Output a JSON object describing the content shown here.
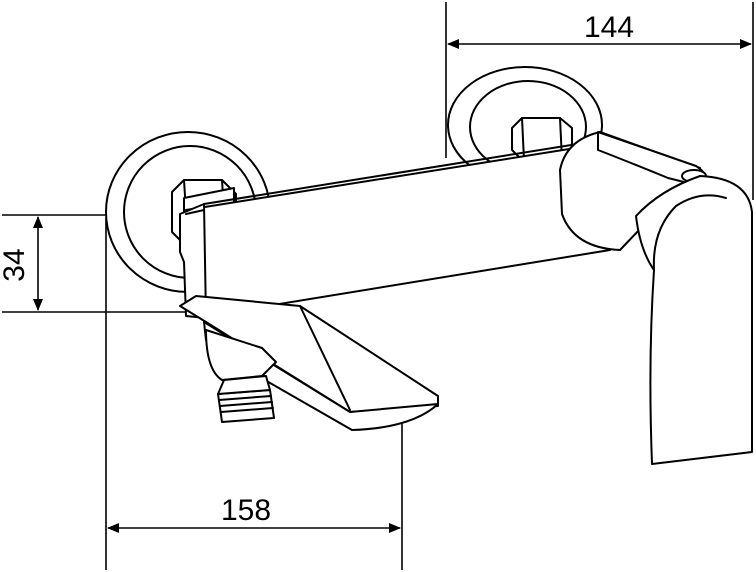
{
  "dimensions": {
    "width_top": "144",
    "height_left": "34",
    "width_bottom": "158"
  },
  "colors": {
    "line": "#000000",
    "background": "#ffffff"
  }
}
